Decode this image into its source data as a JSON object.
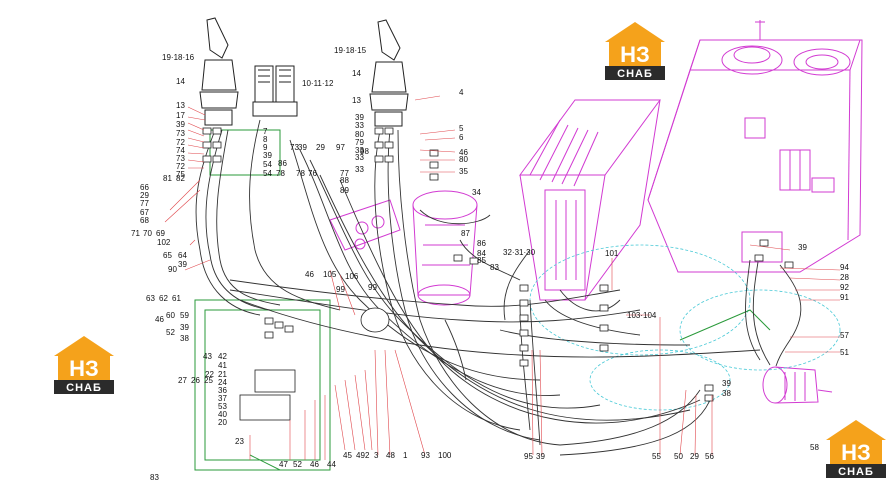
{
  "logo": {
    "mark": "НЗ",
    "word": "СНАБ",
    "color_orange": "#f5a21b",
    "color_dark": "#2b2b2b"
  },
  "colors": {
    "hydraulic": "#d23bd2",
    "pipe": "#333333",
    "frame": "#2a9a3a",
    "cyan": "#48c9d6",
    "leader": "#e0474c"
  },
  "labels": [
    "19·18·16",
    "14",
    "13",
    "17",
    "39",
    "73",
    "72",
    "74",
    "73",
    "72",
    "75",
    "81",
    "82",
    "66",
    "29",
    "77",
    "67",
    "68",
    "71",
    "70",
    "69",
    "102",
    "65",
    "64",
    "39",
    "90",
    "63",
    "62",
    "61",
    "60",
    "59",
    "46",
    "52",
    "39",
    "38",
    "43",
    "42",
    "41",
    "21",
    "22",
    "27",
    "26",
    "25",
    "24",
    "36",
    "37",
    "53",
    "40",
    "20",
    "23",
    "10·11·12",
    "7",
    "8",
    "9",
    "39",
    "54",
    "54",
    "78",
    "73",
    "86",
    "39",
    "29",
    "97",
    "98",
    "78",
    "76",
    "77",
    "88",
    "89",
    "19·18·15",
    "14",
    "13",
    "4",
    "39",
    "33",
    "80",
    "79",
    "33",
    "5",
    "6",
    "46",
    "33",
    "80",
    "33",
    "35",
    "34",
    "87",
    "86",
    "84",
    "85",
    "83",
    "32·31·30",
    "101",
    "39",
    "94",
    "28",
    "92",
    "91",
    "57",
    "51",
    "103·104",
    "39",
    "38",
    "58",
    "55",
    "50",
    "29",
    "56",
    "95",
    "39",
    "100",
    "93",
    "1",
    "48",
    "3",
    "2",
    "49",
    "45",
    "44",
    "46",
    "52",
    "47",
    "46",
    "105",
    "106",
    "99",
    "99",
    "83"
  ]
}
